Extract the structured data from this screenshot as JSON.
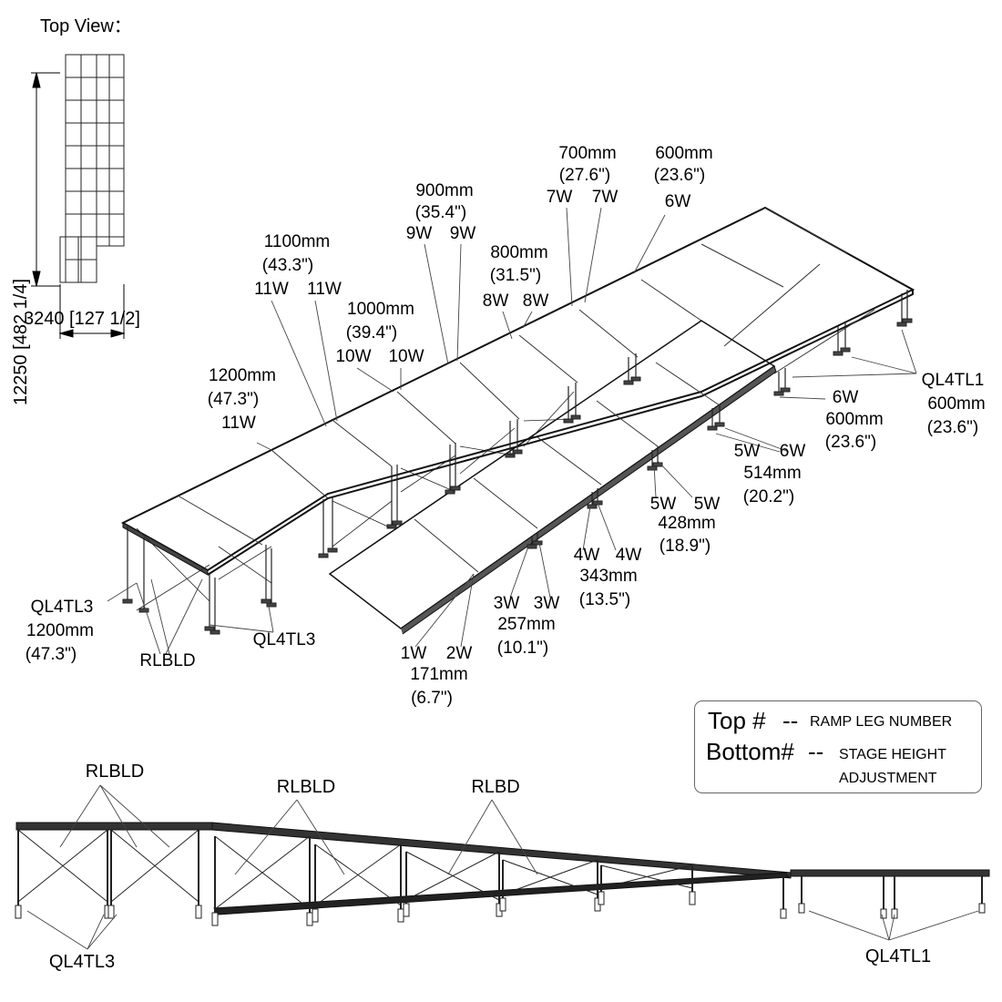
{
  "top_view": {
    "title": "Top View：",
    "length_dim": "12250 [482 1/4]",
    "width_dim": "3240 [127 1/2]"
  },
  "segments": [
    {
      "size": "1200mm",
      "inch": "(47.3\")",
      "legs": "11W"
    },
    {
      "size": "1100mm",
      "inch": "(43.3\")",
      "legs": [
        "11W",
        "11W"
      ]
    },
    {
      "size": "1000mm",
      "inch": "(39.4\")",
      "legs": [
        "10W",
        "10W"
      ]
    },
    {
      "size": "900mm",
      "inch": "(35.4\")",
      "legs": [
        "9W",
        "9W"
      ]
    },
    {
      "size": "800mm",
      "inch": "(31.5\")",
      "legs": [
        "8W",
        "8W"
      ]
    },
    {
      "size": "700mm",
      "inch": "(27.6\")",
      "legs": [
        "7W",
        "7W"
      ]
    },
    {
      "size": "600mm",
      "inch": "(23.6\")",
      "legs": "6W"
    }
  ],
  "ramp": [
    {
      "legs": [
        "6W"
      ],
      "size": "600mm",
      "inch": "(23.6\")"
    },
    {
      "legs": [
        "5W",
        "6W"
      ],
      "size": "514mm",
      "inch": "(20.2\")"
    },
    {
      "legs": [
        "5W",
        "5W"
      ],
      "size": "428mm",
      "inch": "(18.9\")"
    },
    {
      "legs": [
        "4W",
        "4W"
      ],
      "size": "343mm",
      "inch": "(13.5\")"
    },
    {
      "legs": [
        "3W",
        "3W"
      ],
      "size": "257mm",
      "inch": "(10.1\")"
    },
    {
      "legs": [
        "1W",
        "2W"
      ],
      "size": "171mm",
      "inch": "(6.7\")"
    }
  ],
  "parts": {
    "ql4tl1": {
      "name": "QL4TL1",
      "size": "600mm",
      "inch": "(23.6\")"
    },
    "ql4tl3_left": {
      "name": "QL4TL3",
      "size": "1200mm",
      "inch": "(47.3\")"
    },
    "ql4tl3_mid": "QL4TL3",
    "rlbld_iso": "RLBLD"
  },
  "side_view": {
    "rlbld_1": "RLBLD",
    "rlbld_2": "RLBLD",
    "rlbd": "RLBD",
    "ql4tl3": "QL4TL3",
    "ql4tl1": "QL4TL1"
  },
  "legend": {
    "top_big": "Top #",
    "top_dash": "--",
    "top_small": "RAMP LEG NUMBER",
    "bottom_big": "Bottom#",
    "bottom_dash": "--",
    "bottom_small_1": "STAGE HEIGHT",
    "bottom_small_2": "ADJUSTMENT"
  },
  "colors": {
    "ink": "#000000",
    "leader": "#444444",
    "frame": "#555555"
  }
}
